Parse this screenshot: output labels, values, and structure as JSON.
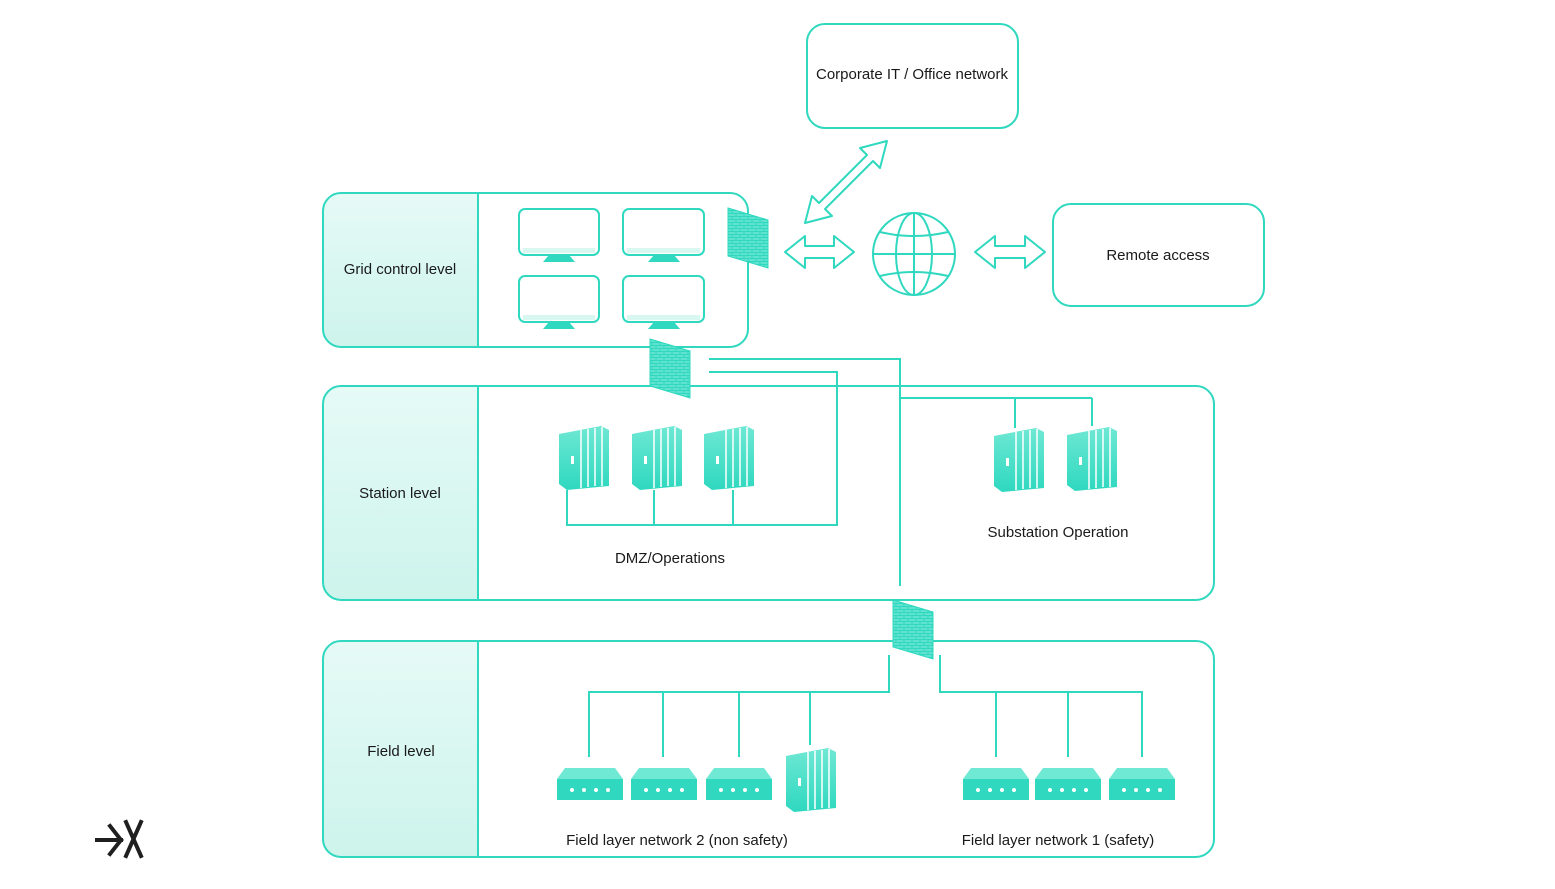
{
  "colors": {
    "accent": "#2fd8bf",
    "panel_fill": "#d8f7f1",
    "text": "#1a1a1a",
    "logo": "#1f1f1f"
  },
  "nodes": {
    "corporate_it": "Corporate IT / Office network",
    "remote_access": "Remote access"
  },
  "levels": {
    "grid_control": "Grid control level",
    "station": "Station level",
    "field": "Field level"
  },
  "zones": {
    "dmz_operations": "DMZ/Operations",
    "substation_operation": "Substation Operation",
    "field_network_2": "Field layer network 2 (non safety)",
    "field_network_1": "Field layer network 1 (safety)"
  },
  "icons": {
    "internet": "globe-icon",
    "firewall": "firewall-icon",
    "monitor": "monitor-icon",
    "server": "server-icon",
    "field_device": "field-device-icon",
    "brand": "brand-logo"
  }
}
